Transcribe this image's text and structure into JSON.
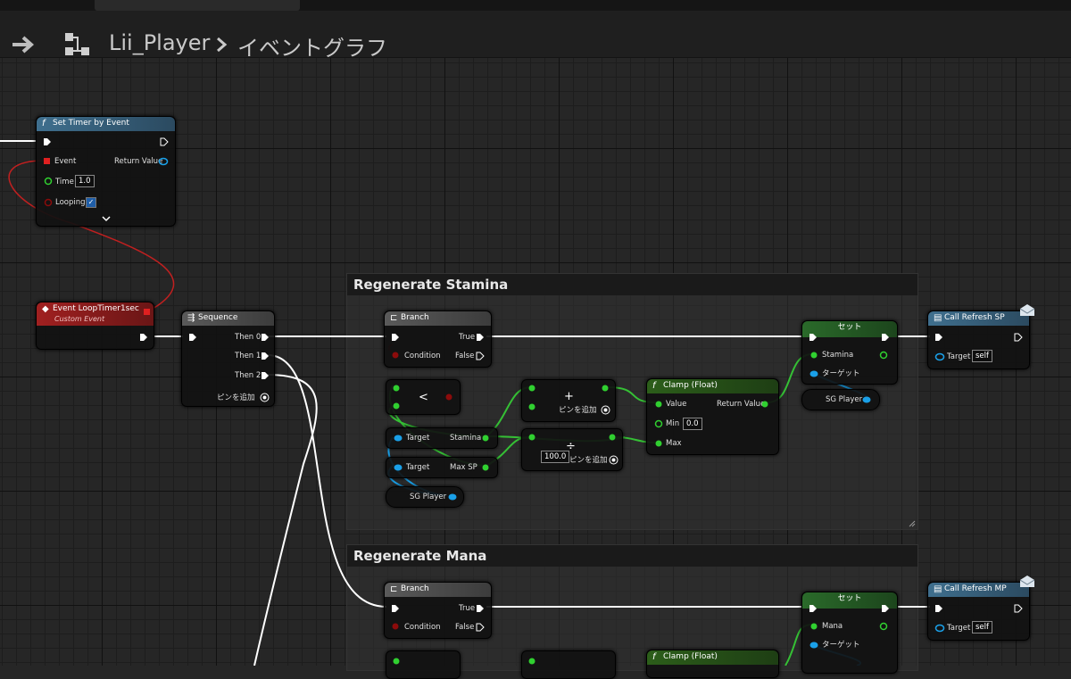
{
  "breadcrumb": {
    "blueprint": "Lii_Player",
    "graph": "イベントグラフ"
  },
  "colors": {
    "exec": "#ffffff",
    "float": "#30d030",
    "object": "#1aa0e8",
    "bool": "#8c0b0b",
    "delegate": "#e02020",
    "function_header": "#3f6f8e",
    "event_header": "#a02020",
    "macro_header": "#555555",
    "pure_header": "#2c5e1a",
    "set_header": "#2a6a2a"
  },
  "comments": [
    {
      "title": "Regenerate Stamina"
    },
    {
      "title": "Regenerate Mana"
    }
  ],
  "nodes": {
    "set_timer": {
      "title": "Set Timer by Event",
      "event": "Event",
      "return": "Return Value",
      "time": "Time",
      "time_value": "1.0",
      "looping": "Looping",
      "looping_checked": true
    },
    "event_loop": {
      "title": "Event LoopTimer1sec",
      "subtitle": "Custom Event"
    },
    "sequence": {
      "title": "Sequence",
      "then0": "Then 0",
      "then1": "Then 1",
      "then2": "Then 2",
      "add_pin": "ピンを追加"
    },
    "branch1": {
      "title": "Branch",
      "condition": "Condition",
      "true": "True",
      "false": "False"
    },
    "less": {
      "op": "<"
    },
    "get_stamina": {
      "target": "Target",
      "value": "Stamina"
    },
    "get_maxsp": {
      "target": "Target",
      "value": "Max SP"
    },
    "sg_player1": {
      "label": "SG Player"
    },
    "add": {
      "op": "+",
      "add_pin": "ピンを追加"
    },
    "divide": {
      "op": "÷",
      "value": "100.0",
      "add_pin": "ピンを追加"
    },
    "clamp1": {
      "title": "Clamp (Float)",
      "value": "Value",
      "return": "Return Value",
      "min": "Min",
      "min_value": "0.0",
      "max": "Max"
    },
    "set1": {
      "title": "セット",
      "var": "Stamina",
      "target": "ターゲット"
    },
    "sg_player2": {
      "label": "SG Player"
    },
    "call_sp": {
      "title": "Call Refresh SP",
      "target": "Target",
      "target_value": "self"
    },
    "branch2": {
      "title": "Branch",
      "condition": "Condition",
      "true": "True",
      "false": "False"
    },
    "clamp2": {
      "title": "Clamp (Float)"
    },
    "set2": {
      "title": "セット",
      "var": "Mana",
      "target": "ターゲット"
    },
    "call_mp": {
      "title": "Call Refresh MP",
      "target": "Target",
      "target_value": "self"
    }
  }
}
